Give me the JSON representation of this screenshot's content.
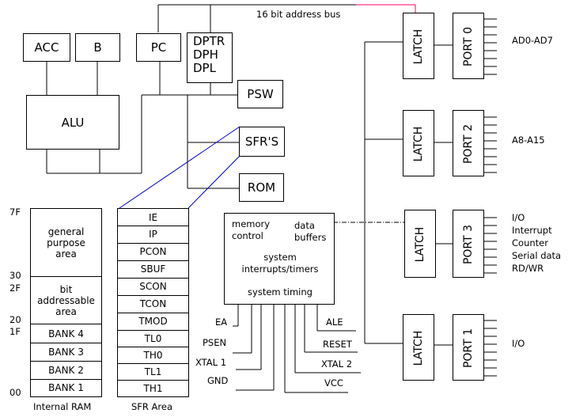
{
  "bus_label": "16 bit address bus",
  "registers": {
    "acc": "ACC",
    "b": "B",
    "pc": "PC",
    "dptr": "DPTR",
    "dph": "DPH",
    "dpl": "DPL",
    "alu": "ALU",
    "psw": "PSW",
    "sfrs": "SFR'S",
    "rom": "ROM"
  },
  "internal_ram": {
    "caption": "Internal RAM",
    "general_purpose": "general purpose area",
    "bit_addressable": "bit addressable area",
    "banks": [
      "BANK 4",
      "BANK 3",
      "BANK 2",
      "BANK 1"
    ],
    "addresses": [
      "7F",
      "30",
      "2F",
      "20",
      "1F",
      "00"
    ]
  },
  "sfr_area": {
    "caption": "SFR Area",
    "items": [
      "IE",
      "IP",
      "PCON",
      "SBUF",
      "SCON",
      "TCON",
      "TMOD",
      "TL0",
      "TH0",
      "TL1",
      "TH1"
    ]
  },
  "control_block": {
    "memory_control": "memory control",
    "data_buffers": "data buffers",
    "system": "system interrupts/timers",
    "timing": "system timing"
  },
  "pins_left": [
    "EA",
    "PSEN",
    "XTAL 1",
    "GND"
  ],
  "pins_right": [
    "ALE",
    "RESET",
    "XTAL 2",
    "VCC"
  ],
  "latch_label": "LATCH",
  "ports": [
    {
      "name": "PORT 0",
      "signals": [
        "AD0-AD7"
      ]
    },
    {
      "name": "PORT 2",
      "signals": [
        "A8-A15"
      ]
    },
    {
      "name": "PORT 3",
      "signals": [
        "I/O",
        "Interrupt",
        "Counter",
        "Serial data",
        "RD/WR"
      ]
    },
    {
      "name": "PORT 1",
      "signals": [
        "I/O"
      ]
    }
  ],
  "colors": {
    "bus_line": "#ff0066",
    "sfr_link": "#0000cc"
  }
}
